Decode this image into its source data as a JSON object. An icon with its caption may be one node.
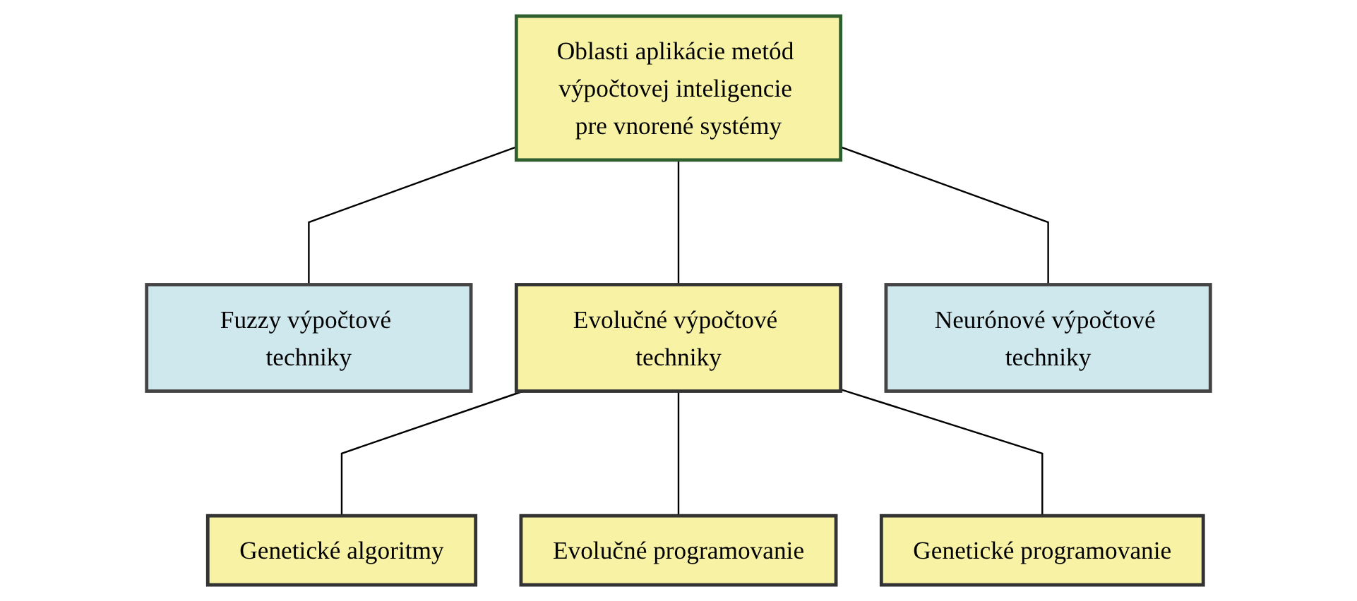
{
  "diagram": {
    "nodes": [
      {
        "text": [
          "Oblasti aplikácie metód výpočtovej inteligencie pre vnorené systémy"
        ]
      },
      {
        "text": [
          "Fuzzy výpočtové techniky"
        ]
      },
      {
        "text": [
          "Evolučné výpočtové techniky"
        ]
      },
      {
        "text": [
          "Neurónové výpočtové techniky"
        ]
      },
      {
        "text": [
          "Genetické algoritmy"
        ]
      },
      {
        "text": [
          "Evolučné programovanie"
        ]
      },
      {
        "text": [
          "Genetické programovanie"
        ]
      }
    ],
    "edges": [
      {
        "from": 0,
        "to": 1,
        "arrow": "none"
      },
      {
        "from": 0,
        "to": 2,
        "arrow": "none"
      },
      {
        "from": 0,
        "to": 3,
        "arrow": "none"
      },
      {
        "from": 2,
        "to": 4,
        "arrow": "none"
      },
      {
        "from": 2,
        "to": 5,
        "arrow": "none"
      },
      {
        "from": 2,
        "to": 6,
        "arrow": "none"
      }
    ]
  }
}
